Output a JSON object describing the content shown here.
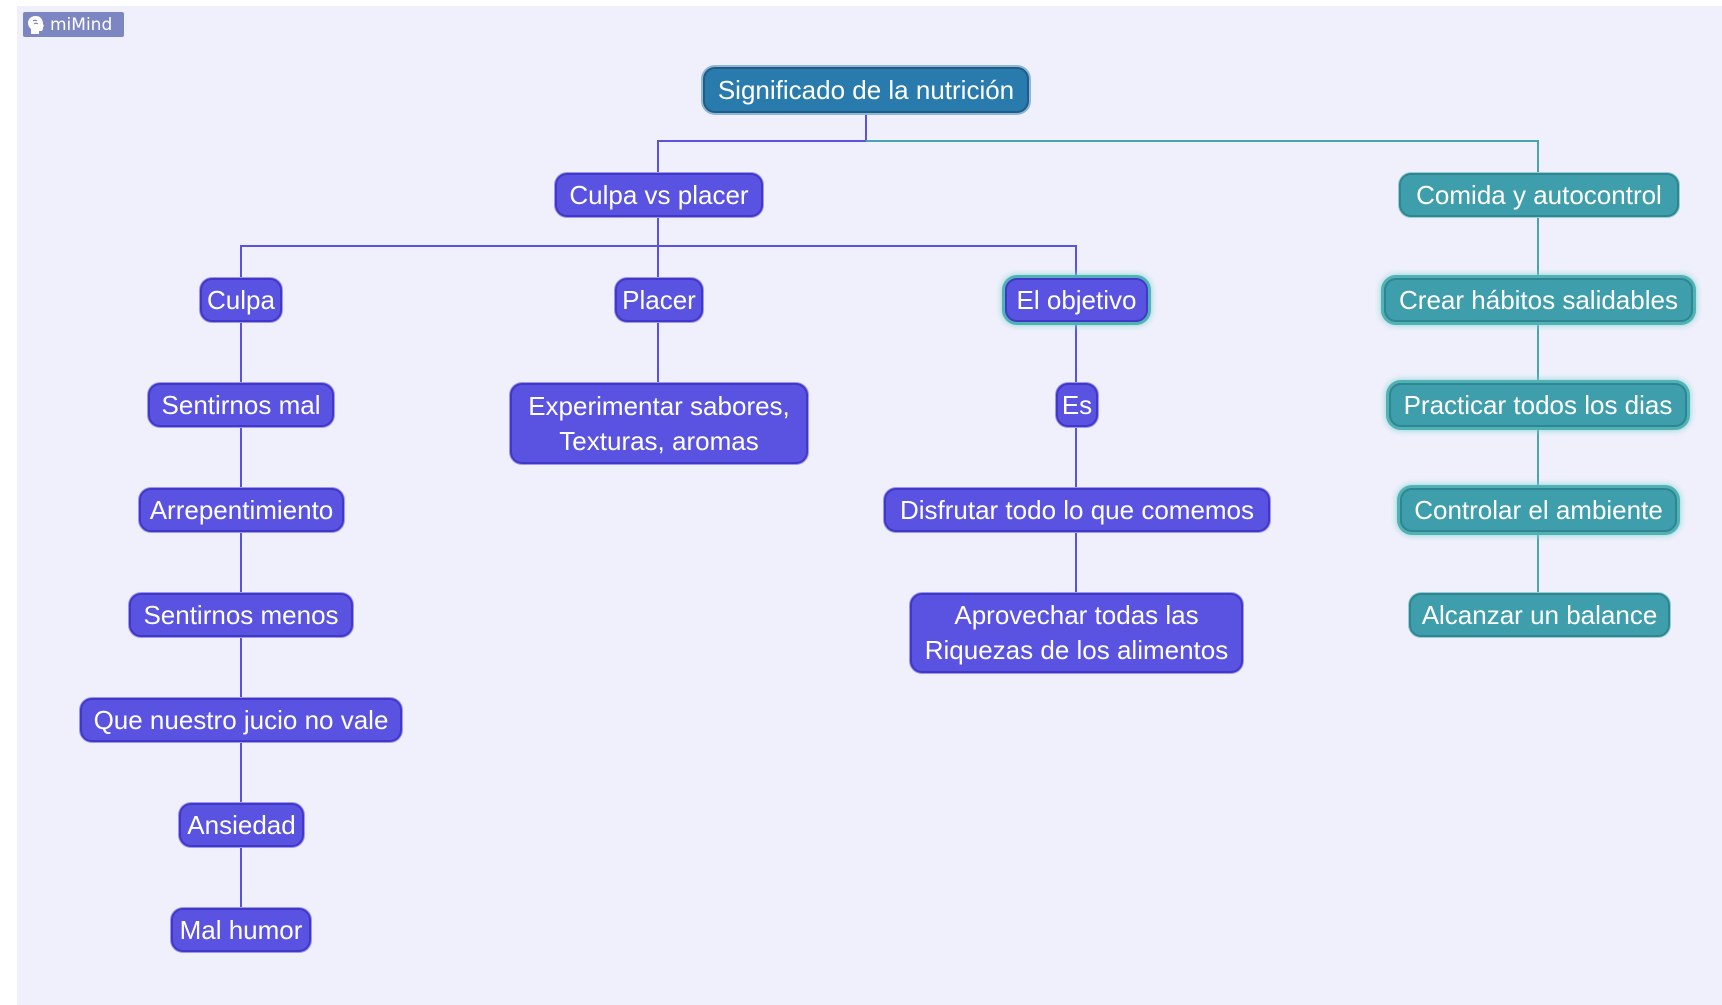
{
  "app": {
    "badge_label": "miMind",
    "logo_icon": "brain-head-icon"
  },
  "colors": {
    "root": "#2a7bad",
    "purple_branch": "#5a52e0",
    "teal_branch": "#3f9eac",
    "purple_line": "#5a52e0",
    "teal_line": "#4aa3b1",
    "background": "#f0f0fc"
  },
  "map": {
    "root": "Significado de la nutrición",
    "culpa_vs_placer": "Culpa vs placer",
    "comida_autocontrol": "Comida y autocontrol",
    "culpa": "Culpa",
    "placer": "Placer",
    "el_objetivo": "El objetivo",
    "culpa_children": [
      "Sentirnos mal",
      "Arrepentimiento",
      "Sentirnos menos",
      "Que nuestro jucio no vale",
      "Ansiedad",
      "Mal humor"
    ],
    "placer_child_line1": "Experimentar sabores,",
    "placer_child_line2": "Texturas, aromas",
    "objetivo_child": "Es",
    "objetivo_grandchild": "Disfrutar todo lo que comemos",
    "objetivo_last_line1": "Aprovechar todas las",
    "objetivo_last_line2": "Riquezas de los alimentos",
    "autocontrol_children": [
      "Crear hábitos salidables",
      "Practicar todos los dias",
      "Controlar el ambiente",
      "Alcanzar un balance"
    ]
  }
}
